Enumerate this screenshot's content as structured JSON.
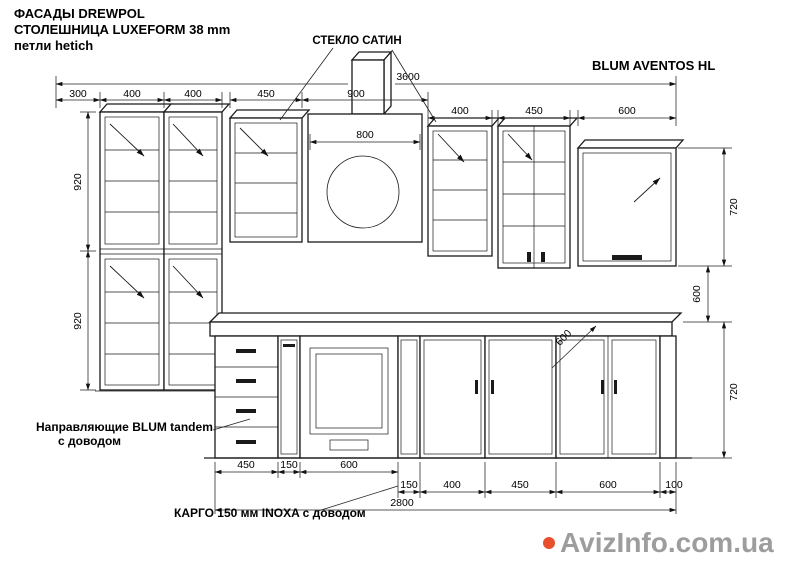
{
  "header": {
    "line1": "ФАСАДЫ DREWPOL",
    "line2": "СТОЛЕШНИЦА LUXEFORM 38 mm",
    "line3": "петли hetich"
  },
  "annotations": {
    "glass": "СТЕКЛО САТИН",
    "aventos": "BLUM AVENTOS HL",
    "tandem1": "Направляющие BLUM tandem",
    "tandem2": "с доводом",
    "cargo": "КАРГО 150 мм INOXA с доводом"
  },
  "dims": {
    "total_top": "3600",
    "total_bottom": "2800",
    "top_left": [
      "300",
      "400",
      "400",
      "450",
      "900"
    ],
    "hood": "800",
    "top_right": [
      "400",
      "450",
      "600"
    ],
    "left": [
      "920",
      "920"
    ],
    "right": [
      "720",
      "600",
      "720"
    ],
    "counter_depth": "600",
    "bottom_left": [
      "450",
      "150",
      "600"
    ],
    "bottom_right": [
      "150",
      "400",
      "450",
      "600",
      "100"
    ]
  },
  "watermark": {
    "text": "AvizInfo.com.ua"
  }
}
